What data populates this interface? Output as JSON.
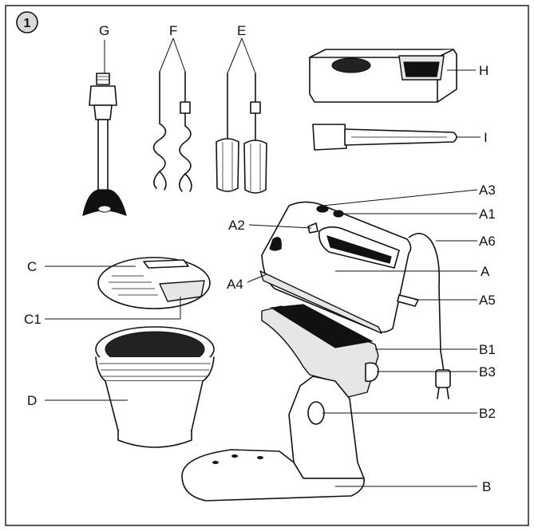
{
  "figure": {
    "number": "1"
  },
  "labels": {
    "G": "G",
    "F": "F",
    "E": "E",
    "H": "H",
    "I": "I",
    "A3": "A3",
    "A1": "A1",
    "A2": "A2",
    "A6": "A6",
    "A": "A",
    "C": "C",
    "A4": "A4",
    "A5": "A5",
    "C1": "C1",
    "B1": "B1",
    "B3": "B3",
    "D": "D",
    "B2": "B2",
    "B": "B"
  }
}
